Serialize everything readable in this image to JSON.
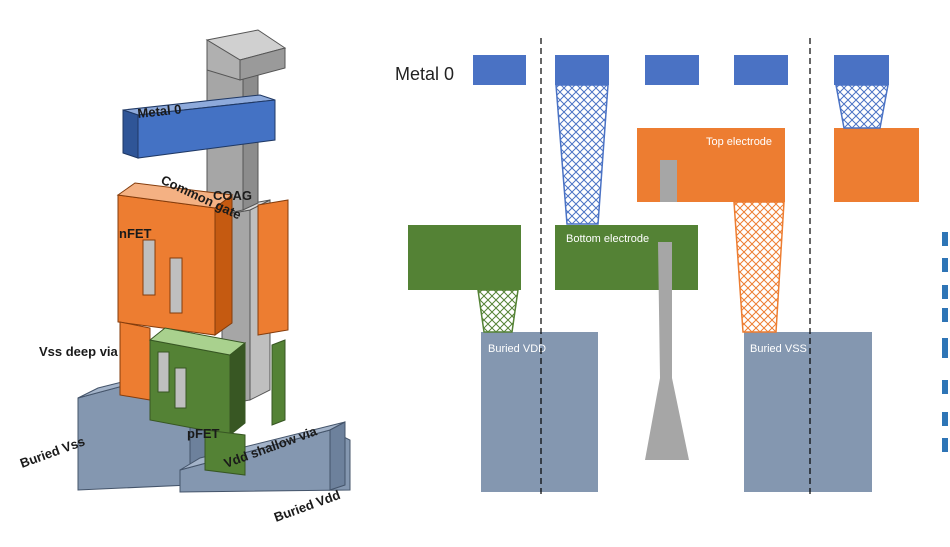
{
  "left_3d_labels": {
    "metal0": "Metal 0",
    "coag": "COAG",
    "common_gate": "Common gate",
    "nfet": "nFET",
    "vss_deep_via": "Vss deep via",
    "buried_vss": "Buried Vss",
    "pfet": "pFET",
    "vdd_shallow_via": "Vdd shallow via",
    "buried_vdd": "Buried Vdd"
  },
  "right_2d_labels": {
    "metal0": "Metal 0",
    "top_electrode": "Top electrode",
    "bottom_electrode": "Bottom electrode",
    "buried_vdd": "Buried VDD",
    "buried_vss": "Buried VSS"
  },
  "colors": {
    "metal": "#4a72c4",
    "orange": "#ed7d31",
    "green": "#548235",
    "gray": "#a6a6a6",
    "rail": "#8497b0",
    "via_blue_border": "#4a72c4",
    "via_orange_border": "#ed7d31",
    "via_green_border": "#548235"
  }
}
